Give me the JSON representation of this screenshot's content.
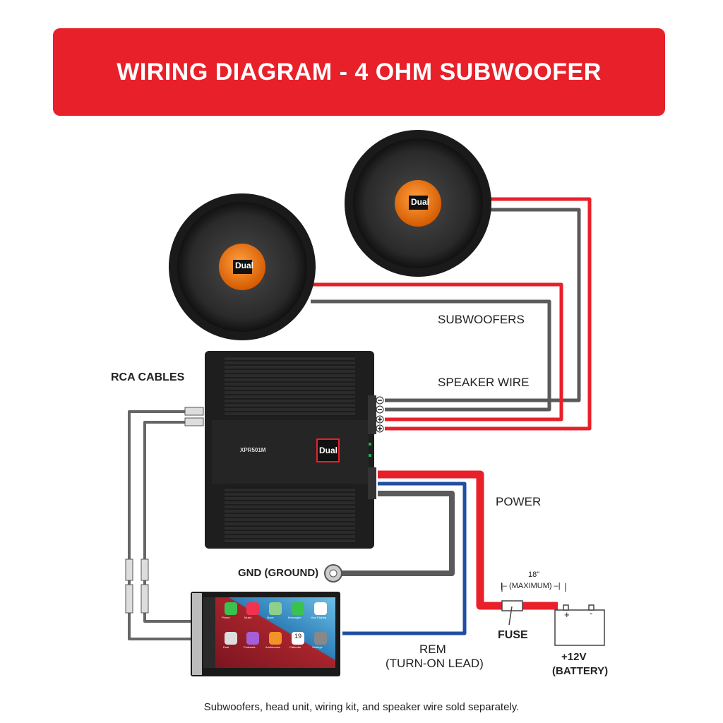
{
  "title": "WIRING DIAGRAM - 4 OHM SUBWOOFER",
  "labels": {
    "subwoofers": "SUBWOOFERS",
    "speaker_wire": "SPEAKER WIRE",
    "rca_cables": "RCA CABLES",
    "power": "POWER",
    "ground": "GND (GROUND)",
    "rem_line1": "REM",
    "rem_line2": "(TURN-ON LEAD)",
    "fuse_length": "18\"",
    "fuse_max": "|– (MAXIMUM) –|",
    "fuse": "FUSE",
    "battery_line1": "+12V",
    "battery_line2": "(BATTERY)",
    "battery_plus": "+",
    "battery_minus": "-",
    "footnote": "Subwoofers, head unit, wiring kit, and speaker wire sold separately."
  },
  "brand": "Dual",
  "amplifier": {
    "model": "XPR501M",
    "terminals": [
      "−",
      "−",
      "+",
      "+"
    ]
  },
  "head_unit": {
    "apps": [
      "Phone",
      "Music",
      "Maps",
      "Messages",
      "Now Playing",
      "Dual",
      "Podcasts",
      "Audiobooks",
      "Calendar",
      "Settings"
    ],
    "calendar_day": "19"
  },
  "colors": {
    "banner": "#e8202a",
    "positive_wire": "#e8202a",
    "negative_wire": "#5a5a5a",
    "remote_wire": "#1f4fa0",
    "cone_accent": "#f07a12"
  }
}
